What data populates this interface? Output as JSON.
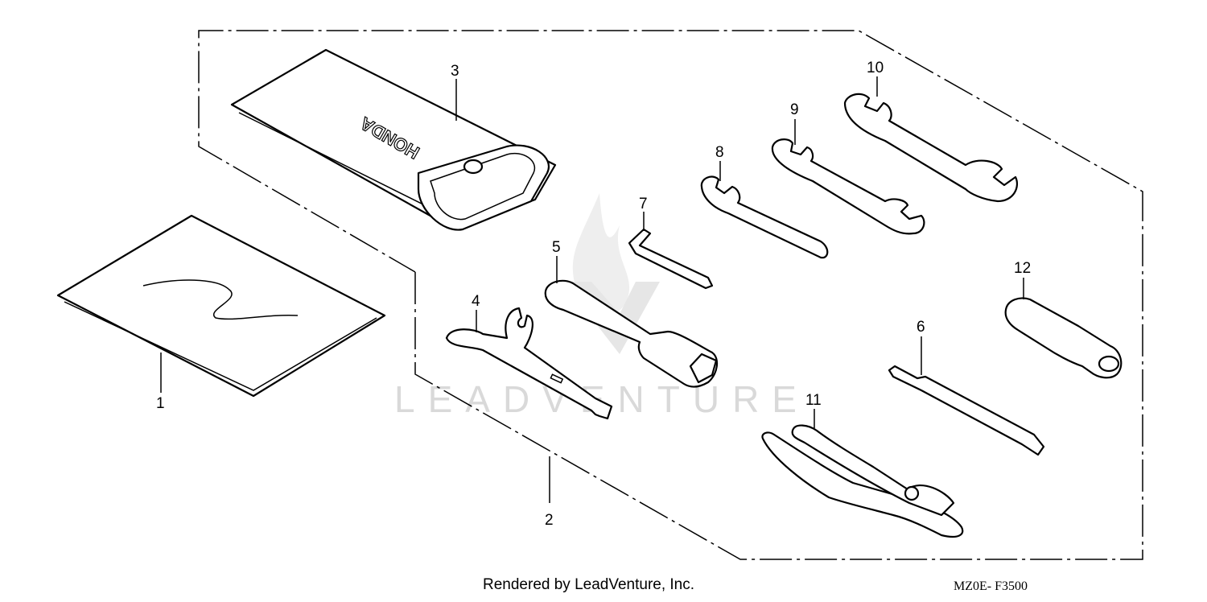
{
  "callouts": {
    "c1": "1",
    "c2": "2",
    "c3": "3",
    "c4": "4",
    "c5": "5",
    "c6": "6",
    "c7": "7",
    "c8": "8",
    "c9": "9",
    "c10": "10",
    "c11": "11",
    "c12": "12"
  },
  "pouch_brand": "HONDA",
  "watermark": "LEADVENTURE",
  "footer": {
    "rendered_by": "Rendered by LeadVenture, Inc.",
    "diagram_code": "MZ0E- F3500"
  }
}
